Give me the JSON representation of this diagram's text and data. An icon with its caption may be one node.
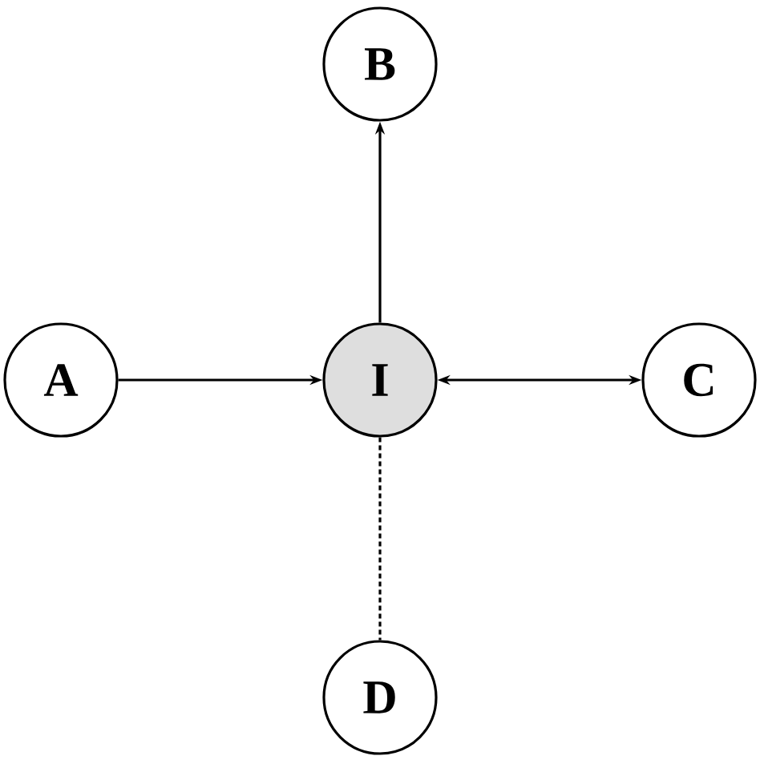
{
  "diagram": {
    "nodes": [
      {
        "text": [
          "B"
        ]
      },
      {
        "text": [
          "A"
        ]
      },
      {
        "text": [
          "I"
        ]
      },
      {
        "text": [
          "C"
        ]
      },
      {
        "text": [
          "D"
        ]
      }
    ],
    "edges": [
      {
        "from": 1,
        "to": 2,
        "arrow": "to"
      },
      {
        "from": 2,
        "to": 0,
        "arrow": "to"
      },
      {
        "from": 2,
        "to": 3,
        "arrow": "both"
      },
      {
        "from": 2,
        "to": 4,
        "arrow": "none",
        "style": "dashed"
      }
    ]
  }
}
